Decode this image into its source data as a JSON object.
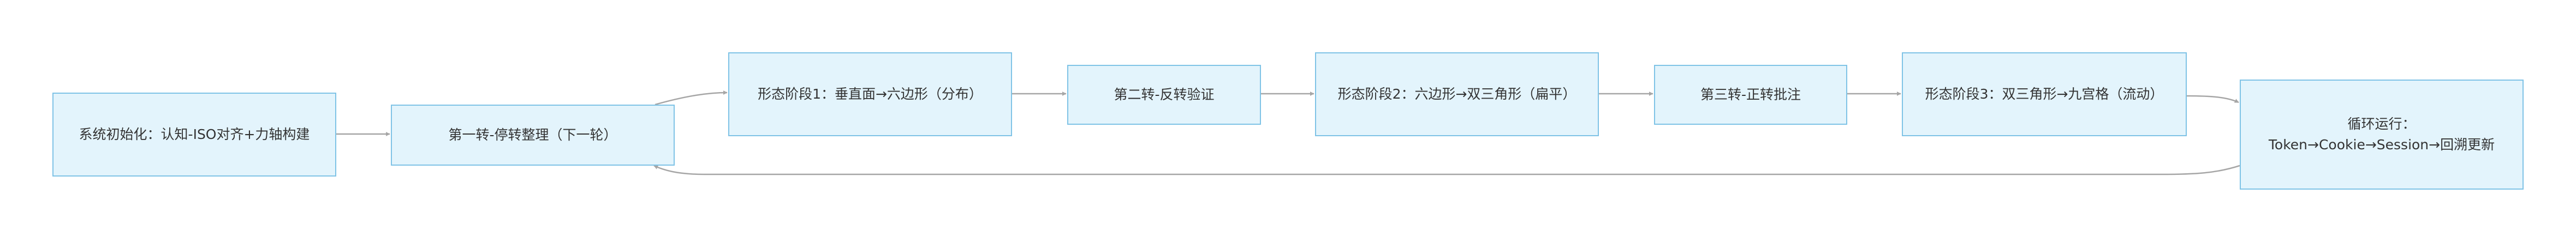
{
  "diagram": {
    "type": "flowchart",
    "colors": {
      "node_fill": "#e3f4fc",
      "node_border": "#7fc3e6",
      "edge": "#a6a6a6",
      "text": "#333333"
    },
    "nodes": [
      {
        "id": "init",
        "label": "系统初始化：认知-ISO对齐+力轴构建"
      },
      {
        "id": "turn1",
        "label": "第一转-停转整理（下一轮）"
      },
      {
        "id": "stage1",
        "label": "形态阶段1：垂直面→六边形（分布）"
      },
      {
        "id": "turn2",
        "label": "第二转-反转验证"
      },
      {
        "id": "stage2",
        "label": "形态阶段2：六边形→双三角形（扁平）"
      },
      {
        "id": "turn3",
        "label": "第三转-正转批注"
      },
      {
        "id": "stage3",
        "label": "形态阶段3：双三角形→九宫格（流动）"
      },
      {
        "id": "loop",
        "label": "循环运行：Token→Cookie→Session→回溯更新"
      }
    ],
    "edges": [
      {
        "from": "init",
        "to": "turn1"
      },
      {
        "from": "turn1",
        "to": "stage1"
      },
      {
        "from": "stage1",
        "to": "turn2"
      },
      {
        "from": "turn2",
        "to": "stage2"
      },
      {
        "from": "stage2",
        "to": "turn3"
      },
      {
        "from": "turn3",
        "to": "stage3"
      },
      {
        "from": "stage3",
        "to": "loop"
      },
      {
        "from": "loop",
        "to": "turn1"
      }
    ]
  }
}
